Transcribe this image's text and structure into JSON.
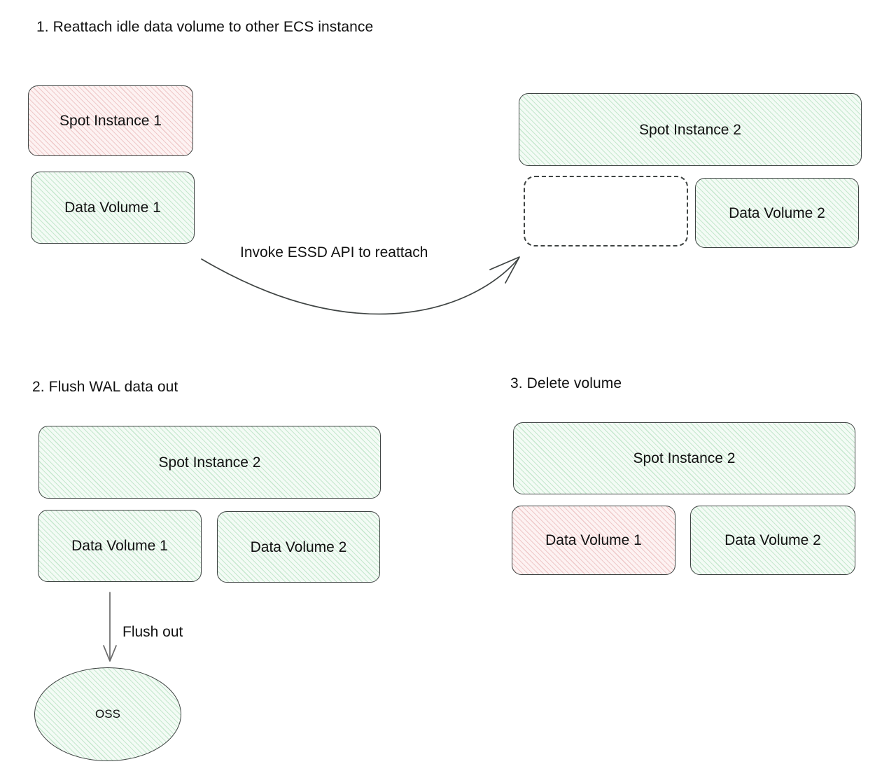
{
  "diagram": {
    "title_steps": [
      "1. Reattach idle data volume to other ECS instance",
      "2. Flush WAL data out",
      "3. Delete volume"
    ],
    "colors": {
      "green_fill": "#f3fbf5",
      "green_hatch": "#a0d8ae",
      "red_fill": "#fdf2f2",
      "red_hatch": "#e0a0a0",
      "stroke": "#3f4443",
      "text": "#111111",
      "background": "#ffffff"
    }
  },
  "sections": {
    "step1": {
      "heading": "1. Reattach idle data volume to other ECS instance",
      "left_group": {
        "instance": {
          "label": "Spot Instance 1",
          "fill": "red"
        },
        "volume": {
          "label": "Data Volume 1",
          "fill": "green"
        }
      },
      "right_group": {
        "instance": {
          "label": "Spot Instance 2",
          "fill": "green"
        },
        "empty_slot": {
          "label": "",
          "fill": "none",
          "style": "dashed"
        },
        "volume": {
          "label": "Data Volume 2",
          "fill": "green"
        }
      },
      "edge": {
        "label": "Invoke ESSD API to reattach",
        "style": "curved-arrow"
      }
    },
    "step2": {
      "heading": "2. Flush WAL data out",
      "instance": {
        "label": "Spot Instance 2",
        "fill": "green"
      },
      "volumes": [
        {
          "label": "Data Volume 1",
          "fill": "green"
        },
        {
          "label": "Data Volume 2",
          "fill": "green"
        }
      ],
      "edge": {
        "label": "Flush out",
        "style": "straight-arrow-down"
      },
      "storage": {
        "label": "OSS",
        "shape": "ellipse",
        "fill": "green"
      }
    },
    "step3": {
      "heading": "3. Delete volume",
      "instance": {
        "label": "Spot Instance 2",
        "fill": "green"
      },
      "volumes": [
        {
          "label": "Data Volume 1",
          "fill": "red"
        },
        {
          "label": "Data Volume 2",
          "fill": "green"
        }
      ]
    }
  }
}
